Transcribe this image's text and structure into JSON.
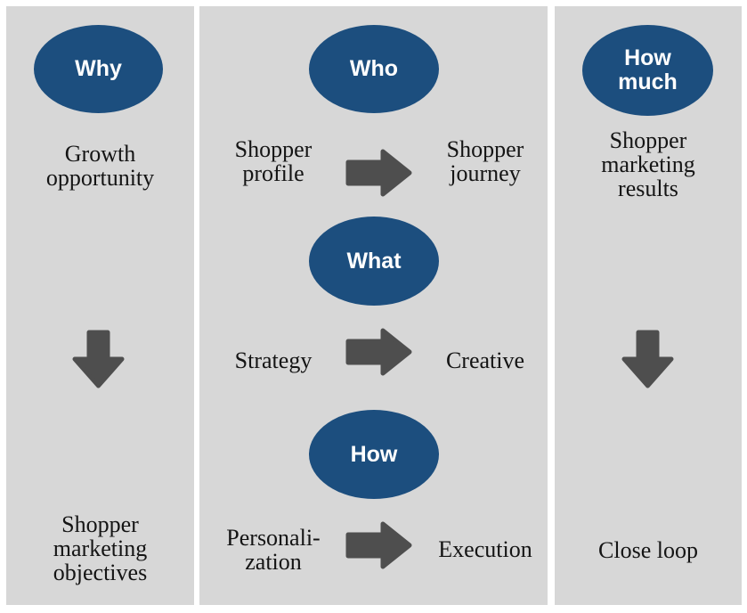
{
  "title": "Shopper marketing framework diagram",
  "colors": {
    "page_bg": "#ffffff",
    "panel_bg": "#d7d7d7",
    "bubble_blue": "#1c4e7e",
    "bubble_text": "#ffffff",
    "arrow_gray": "#4e4e4e",
    "label_ink": "#141414"
  },
  "why_column": {
    "bubble_label": "Why",
    "top_label": "Growth\nopportunity",
    "bottom_label": "Shopper\nmarketing\nobjectives"
  },
  "middle_column": {
    "rows": [
      {
        "bubble_label": "Who",
        "left_label": "Shopper\nprofile",
        "right_label": "Shopper\njourney"
      },
      {
        "bubble_label": "What",
        "left_label": "Strategy",
        "right_label": "Creative"
      },
      {
        "bubble_label": "How",
        "left_label": "Personali-\nzation",
        "right_label": "Execution"
      }
    ]
  },
  "how_much_column": {
    "bubble_label": "How\nmuch",
    "top_label": "Shopper\nmarketing\nresults",
    "bottom_label": "Close loop"
  }
}
